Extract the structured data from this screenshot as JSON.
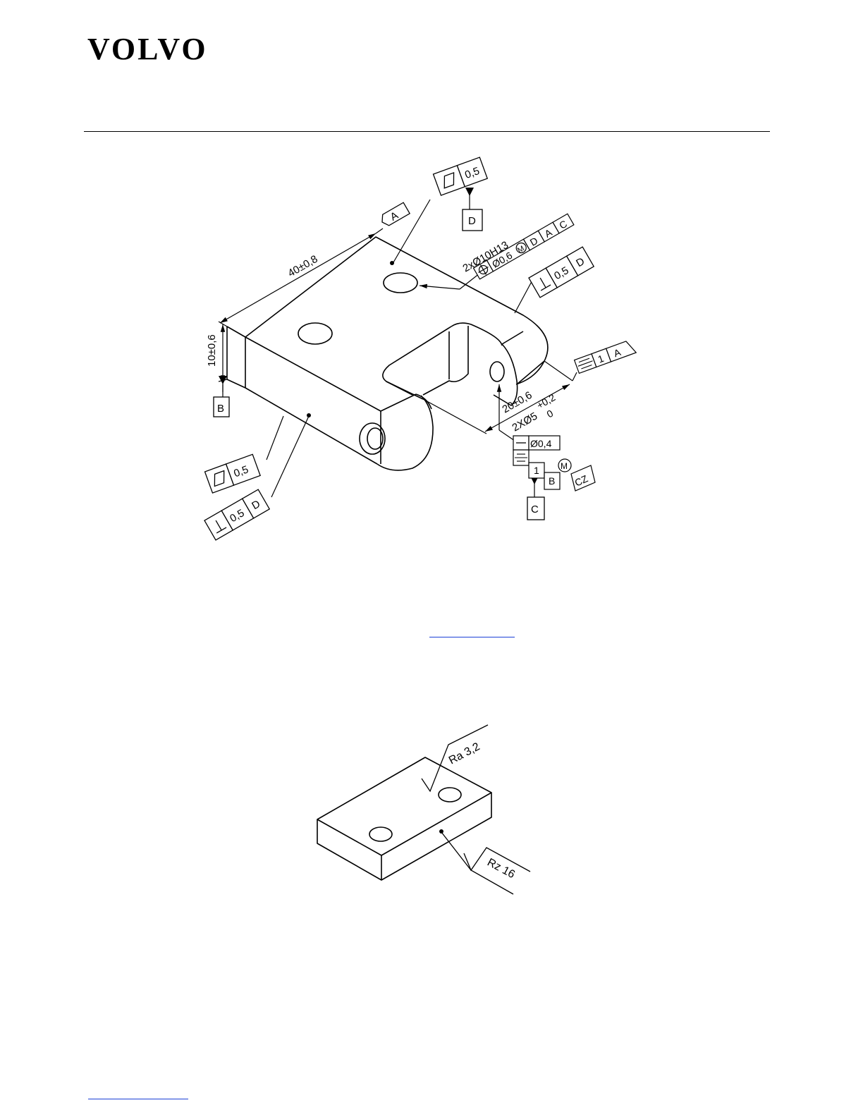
{
  "header": {
    "logo_text": "VOLVO"
  },
  "figure1": {
    "datums": [
      "A",
      "B",
      "C",
      "D"
    ],
    "dimensions": {
      "length": "40±0,8",
      "height": "10±0,6",
      "slot_width": "20±0,6"
    },
    "top_flatness_value": "0,5",
    "top_flatness_datum": "D",
    "holes_10": {
      "callout": "2xØ10H13",
      "tolerance": "Ø0,6",
      "modifier": "M",
      "datum_1": "D",
      "datum_2": "A",
      "datum_3": "C"
    },
    "side_perpendicularity": {
      "value": "0,5",
      "datum": "D"
    },
    "symmetry_right": {
      "value": "1",
      "datum": "A"
    },
    "holes_5": {
      "callout": "2XØ5",
      "upper_deviation": "+0,2",
      "lower_deviation": "0",
      "straightness_tolerance": "Ø0,4",
      "modifier": "M",
      "note": "CZ",
      "symmetry_value": "1",
      "symmetry_datum": "B"
    },
    "front_flatness_value": "0,5",
    "front_perpendicularity": {
      "value": "0,5",
      "datum": "D"
    }
  },
  "figure2": {
    "roughness_top": "Ra 3,2",
    "roughness_side": "Rz 16"
  }
}
